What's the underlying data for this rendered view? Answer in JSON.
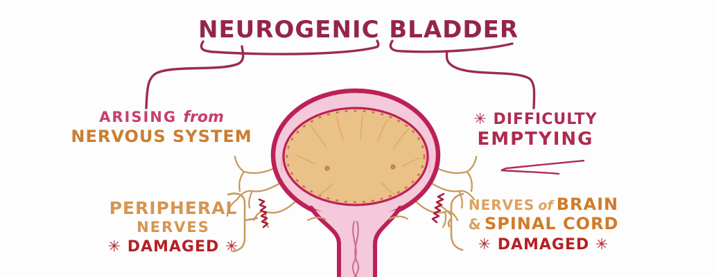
{
  "title": {
    "word1": "NEUROGENIC",
    "word2": "BLADDER"
  },
  "left_label": {
    "line1_main": "ARISING",
    "line1_sub": "from",
    "line2": "NERVOUS SYSTEM"
  },
  "right_label": {
    "line1": "✳ DIFFICULTY",
    "line2": "EMPTYING"
  },
  "bottom_left_label": {
    "line1": "PERIPHERAL",
    "line2": "NERVES",
    "line3": "✳ DAMAGED ✳"
  },
  "bottom_right_label": {
    "line1_a": "NERVES",
    "line1_b": "of",
    "line1_c": "BRAIN",
    "line2_a": "&",
    "line2_b": "SPINAL CORD",
    "line3": "✳ DAMAGED ✳"
  },
  "colors": {
    "background": "#fdfdfd",
    "title_maroon": "#942549",
    "connector_maroon": "#9b2b4f",
    "arising_pink": "#c64069",
    "nervous_system_orange": "#cc7d2e",
    "difficulty_crimson": "#ad2b51",
    "peripheral_orange": "#d6954f",
    "brain_cord_orange": "#d07b28",
    "pale_orange": "#dda25f",
    "damaged_red": "#b42026",
    "bladder_outline": "#bb2059",
    "bladder_wall_pink": "#f4c9d9",
    "bladder_lumen_tan": "#eac187",
    "nerve_tan": "#c9995d",
    "damaged_squiggle_red": "#a8203e"
  }
}
